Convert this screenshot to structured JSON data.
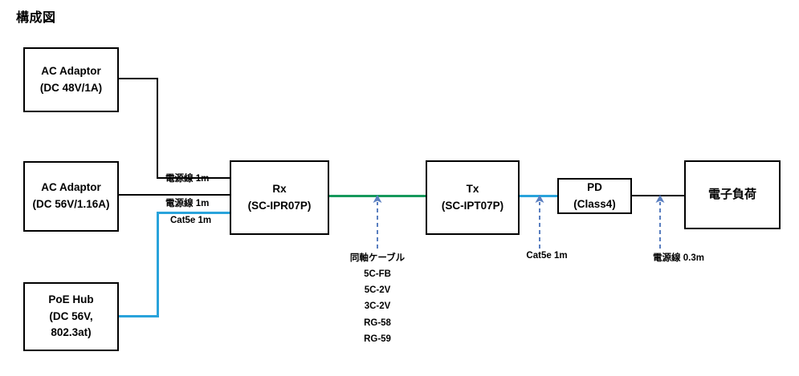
{
  "diagram": {
    "title": "構成図",
    "colors": {
      "wire_power": "#000000",
      "wire_coax": "#16995c",
      "wire_ethernet": "#29a3db",
      "annotation_arrow": "#5a7fc0",
      "box_border": "#000000"
    },
    "boxes": [
      {
        "id": "ac-adaptor-48v",
        "line1": "AC Adaptor",
        "line2": "(DC 48V/1A)"
      },
      {
        "id": "ac-adaptor-56v",
        "line1": "AC Adaptor",
        "line2": "(DC 56V/1.16A)"
      },
      {
        "id": "poe-hub",
        "line1": "PoE Hub",
        "line2": "(DC 56V,",
        "line3": "802.3at)"
      },
      {
        "id": "rx",
        "line1": "Rx",
        "line2": "(SC-IPR07P)"
      },
      {
        "id": "tx",
        "line1": "Tx",
        "line2": "(SC-IPT07P)"
      },
      {
        "id": "pd",
        "line1": "PD",
        "line2": "(Class4)"
      },
      {
        "id": "electronic-load",
        "line1": "電子負荷"
      }
    ],
    "inline_labels": [
      {
        "id": "power-cable-48v",
        "text": "電源線 1m"
      },
      {
        "id": "power-cable-56v",
        "text": "電源線 1m"
      },
      {
        "id": "cat5e-hub",
        "text": "Cat5e 1m"
      }
    ],
    "annotations": [
      {
        "id": "coax-cable",
        "title": "同軸ケーブル",
        "options": [
          "5C-FB",
          "5C-2V",
          "3C-2V",
          "RG-58",
          "RG-59"
        ]
      },
      {
        "id": "cat5e-pd",
        "text": "Cat5e 1m"
      },
      {
        "id": "power-cable-load",
        "text": "電源線 0.3m"
      }
    ]
  }
}
